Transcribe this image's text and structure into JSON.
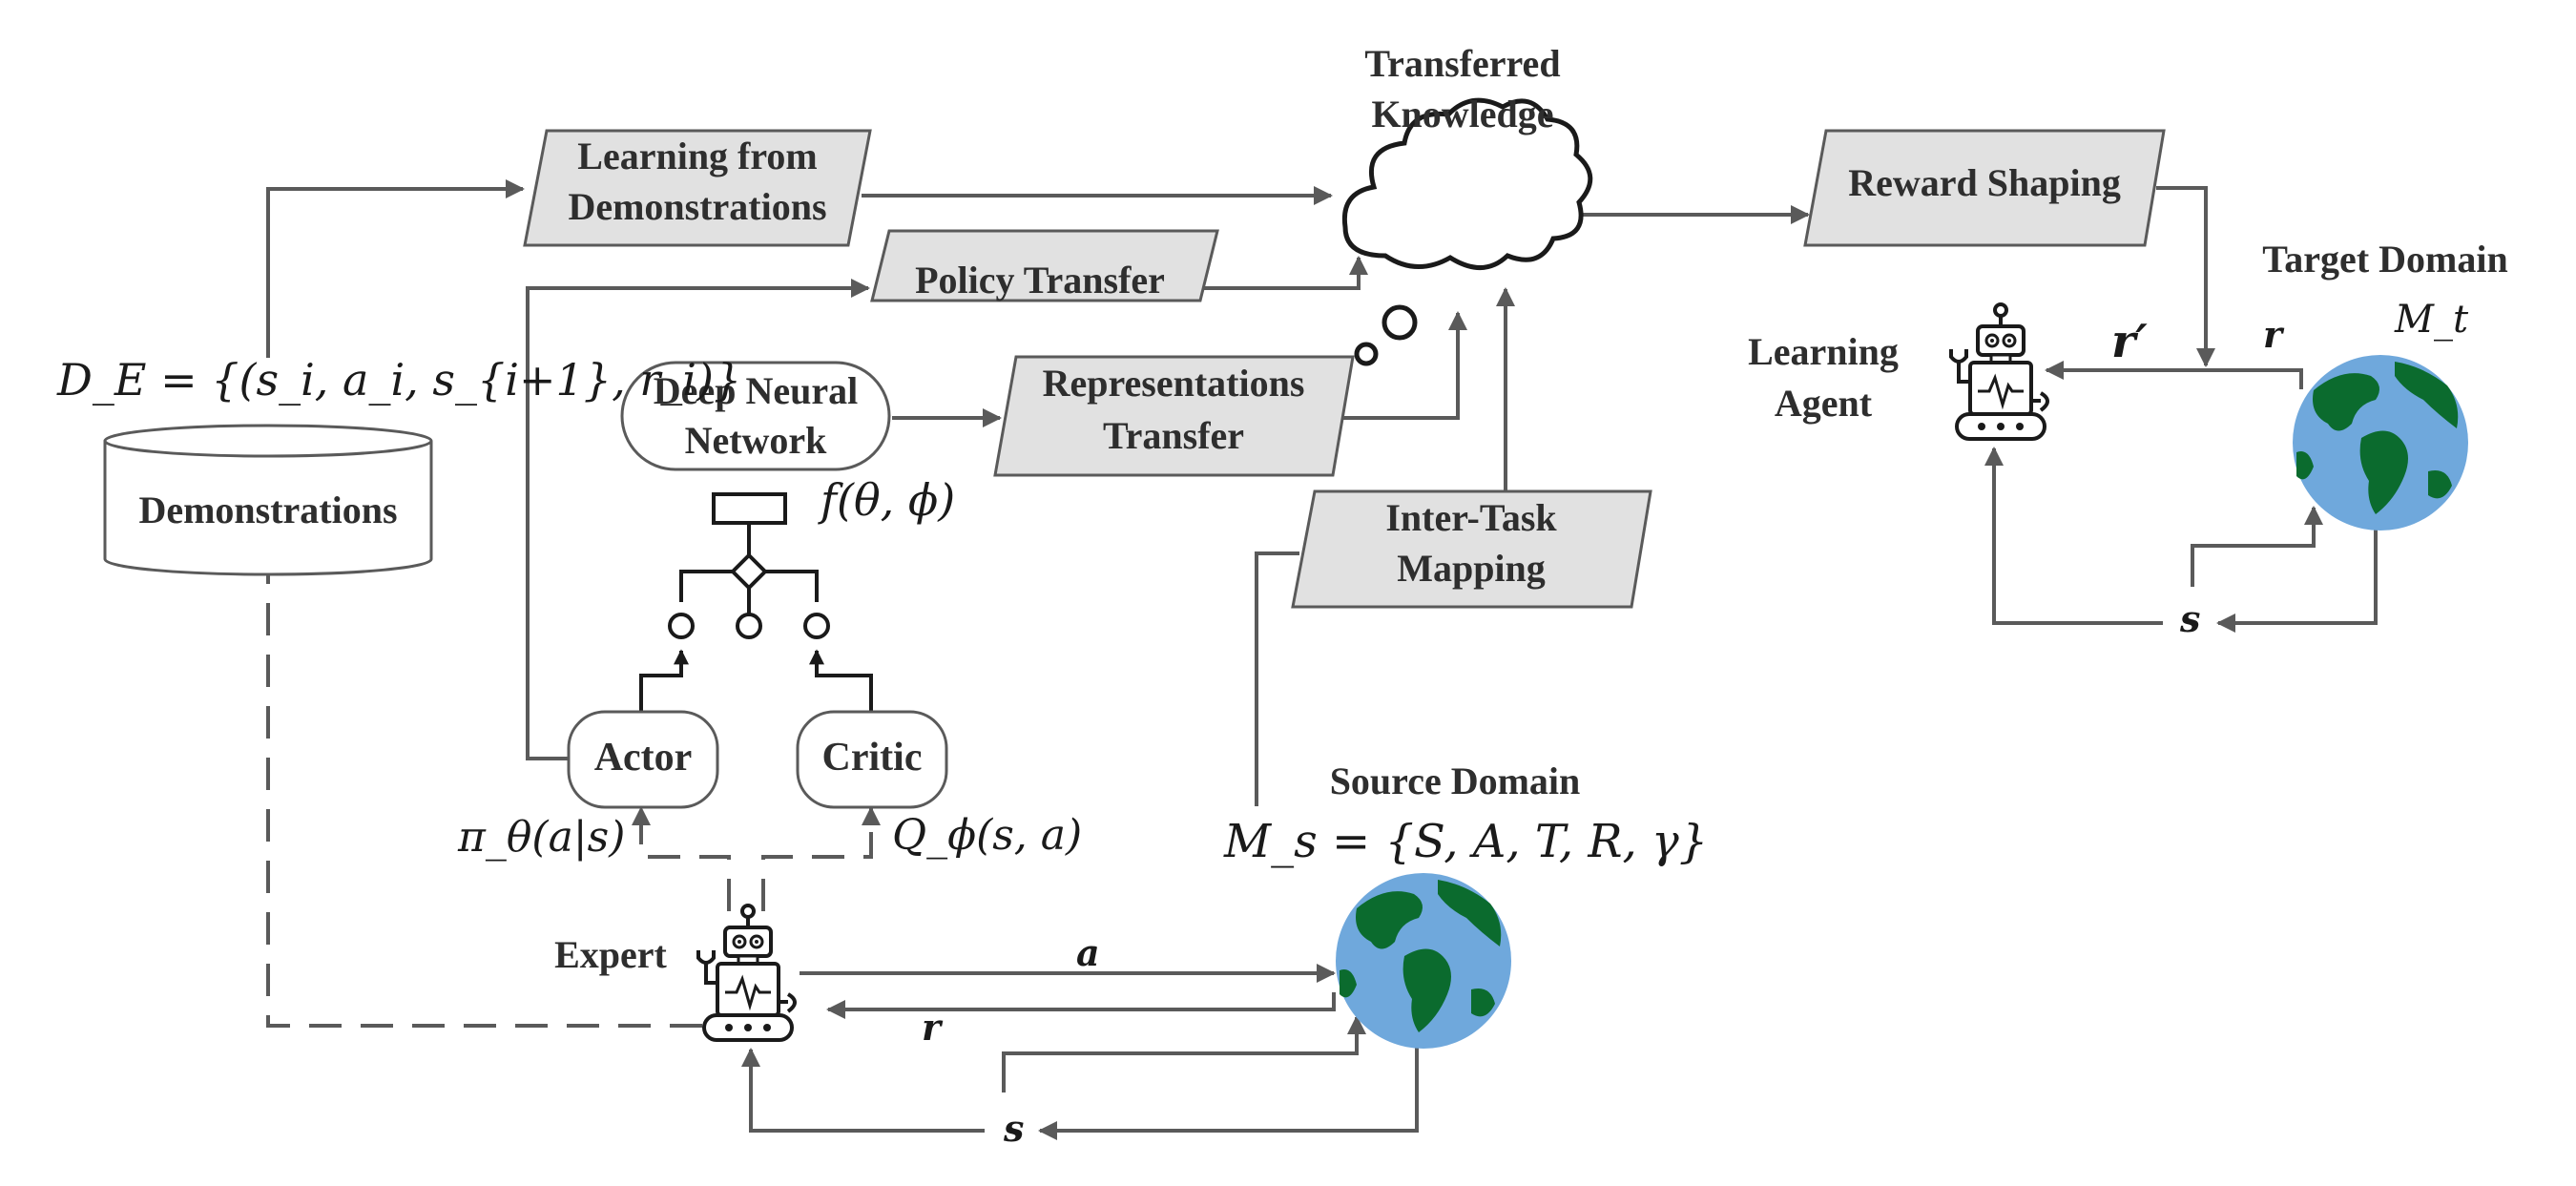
{
  "title": [
    "Transferred",
    "Knowledge"
  ],
  "boxes": {
    "lfd": [
      "Learning from",
      "Demonstrations"
    ],
    "policy": "Policy Transfer",
    "repr": [
      "Representations",
      "Transfer"
    ],
    "itm": [
      "Inter-Task",
      "Mapping"
    ],
    "reward": "Reward Shaping",
    "dnn": [
      "Deep Neural",
      "Network"
    ],
    "demos": "Demonstrations",
    "actor": "Actor",
    "critic": "Critic"
  },
  "labels": {
    "expert": "Expert",
    "learning_agent": [
      "Learning",
      "Agent"
    ],
    "source_domain": "Source Domain",
    "target_domain": "Target Domain"
  },
  "math": {
    "de": "D_E = {(s_i, a_i, s_{i+1}, r_i)}",
    "f": "f(θ, ϕ)",
    "pi": "π_θ(a|s)",
    "q": "Q_ϕ(s, a)",
    "ms": "M_s = {S, A, T, R, γ}",
    "mt": "M_t",
    "a": "a",
    "r": "r",
    "s": "s",
    "r_target": "r",
    "rprime": "r′",
    "s_target": "s"
  },
  "colors": {
    "box_fill": "#e1e1e1",
    "stroke": "#5a5a5a",
    "ocean": "#6fa8dc",
    "land": "#0b6b2e"
  },
  "icons": [
    "cloud-icon",
    "robot-icon",
    "globe-icon",
    "network-architecture-icon",
    "database-cylinder-icon"
  ]
}
